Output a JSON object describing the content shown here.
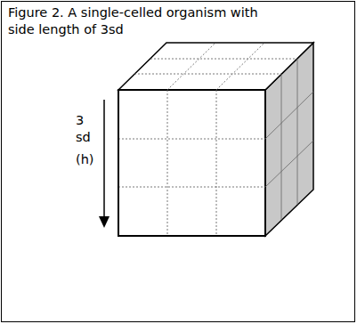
{
  "diagram": {
    "title": "Figure 2. A single-celled organism with side length of 3sd",
    "labels": [
      "3 sd",
      "(h)"
    ]
  }
}
